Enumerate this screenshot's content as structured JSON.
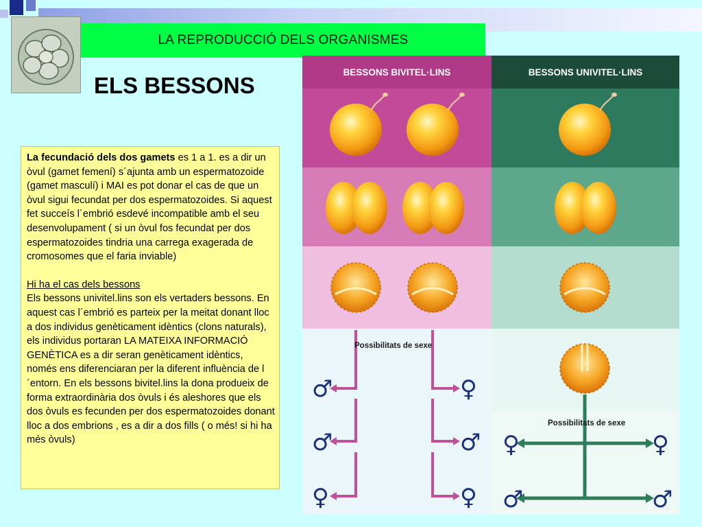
{
  "banner": {
    "title": "LA REPRODUCCIÓ DELS ORGANISMES"
  },
  "heading": "ELS BESSONS",
  "text": {
    "intro_bold": "La fecundació dels dos gamets",
    "intro_rest": " es 1 a 1. es a dir un òvul (gamet femení) s´ajunta amb un espermatozoide (gamet masculí) i MAI es pot donar el cas de que un òvul sigui fecundat per dos espermatozoides. Si aquest fet succeís l´embrió esdevé incompatible amb el seu desenvolupament ( si un òvul fos fecundat per dos espermatozoides tindria una carrega exagerada de cromosomes que el faria inviable)",
    "subheading": "Hi ha el cas dels bessons",
    "body": "Els bessons univitel.lins son els vertaders bessons. En aquest cas l´embrió es parteix per la meitat donant lloc a dos individus genèticament idèntics (clons naturals), els individus portaran LA MATEIXA INFORMACIÓ GENÈTICA es a dir seran genèticament idèntics, només ens diferenciaran per la diferent influència de l´entorn. En els bessons bivitel.lins la dona produeix de forma extraordinària dos òvuls i és aleshores que els dos òvuls es fecunden per dos espermatozoides donant lloc a dos embrions , es a dir a dos fills ( o més! si hi ha més òvuls)"
  },
  "figure": {
    "col_left": "BESSONS BIVITEL·LINS",
    "col_right": "BESSONS UNIVITEL·LINS",
    "sex_label_left": "Possibilitats de sexe",
    "sex_label_right": "Possibilitats de sexe",
    "colors": {
      "left_header": "#b03a88",
      "right_header": "#1d4b3a",
      "left_rows": [
        "#c24a98",
        "#d77cb6",
        "#f0bfe0",
        "#eaf6fa"
      ],
      "right_rows": [
        "#2e7a5e",
        "#5da88a",
        "#b4ddd0",
        "#e6f6f2"
      ],
      "arrow_left": "#c1509b",
      "arrow_right": "#2e7d5a",
      "symbol": "#1b2f7a"
    }
  }
}
